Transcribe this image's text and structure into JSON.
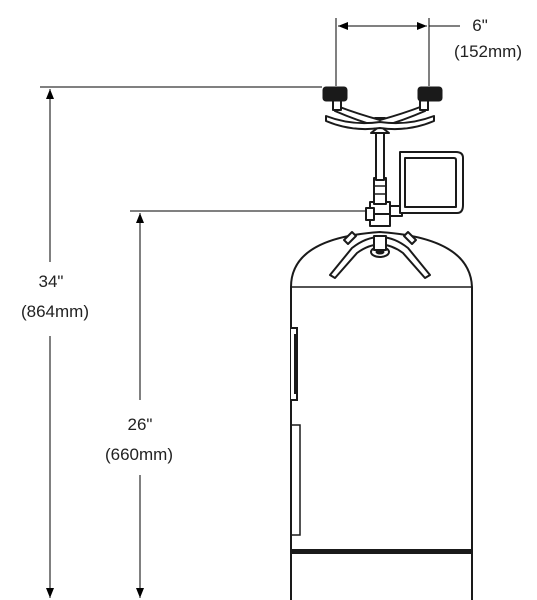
{
  "dimensions": {
    "spray_width": {
      "imperial": "6\"",
      "metric": "(152mm)"
    },
    "overall_height": {
      "imperial": "34\"",
      "metric": "(864mm)"
    },
    "valve_height": {
      "imperial": "26\"",
      "metric": "(660mm)"
    }
  }
}
